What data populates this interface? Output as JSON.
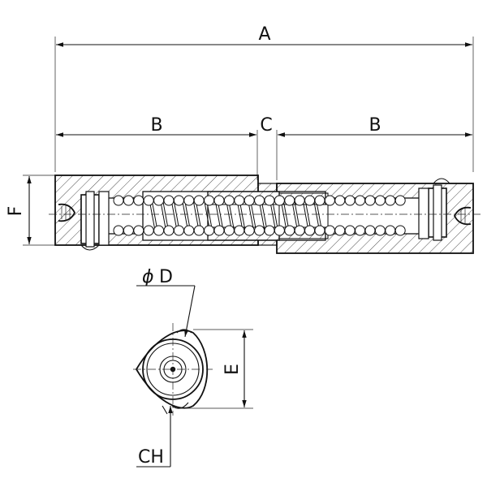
{
  "drawing": {
    "dimensions": {
      "overall_length": "A",
      "left_length": "B",
      "gap": "C",
      "right_length": "B",
      "height": "F",
      "diameter": "D",
      "diameter_symbol": "ϕ",
      "width": "E",
      "chamfer": "CH"
    }
  },
  "colors": {
    "ink": "#111111",
    "paper": "#ffffff"
  }
}
